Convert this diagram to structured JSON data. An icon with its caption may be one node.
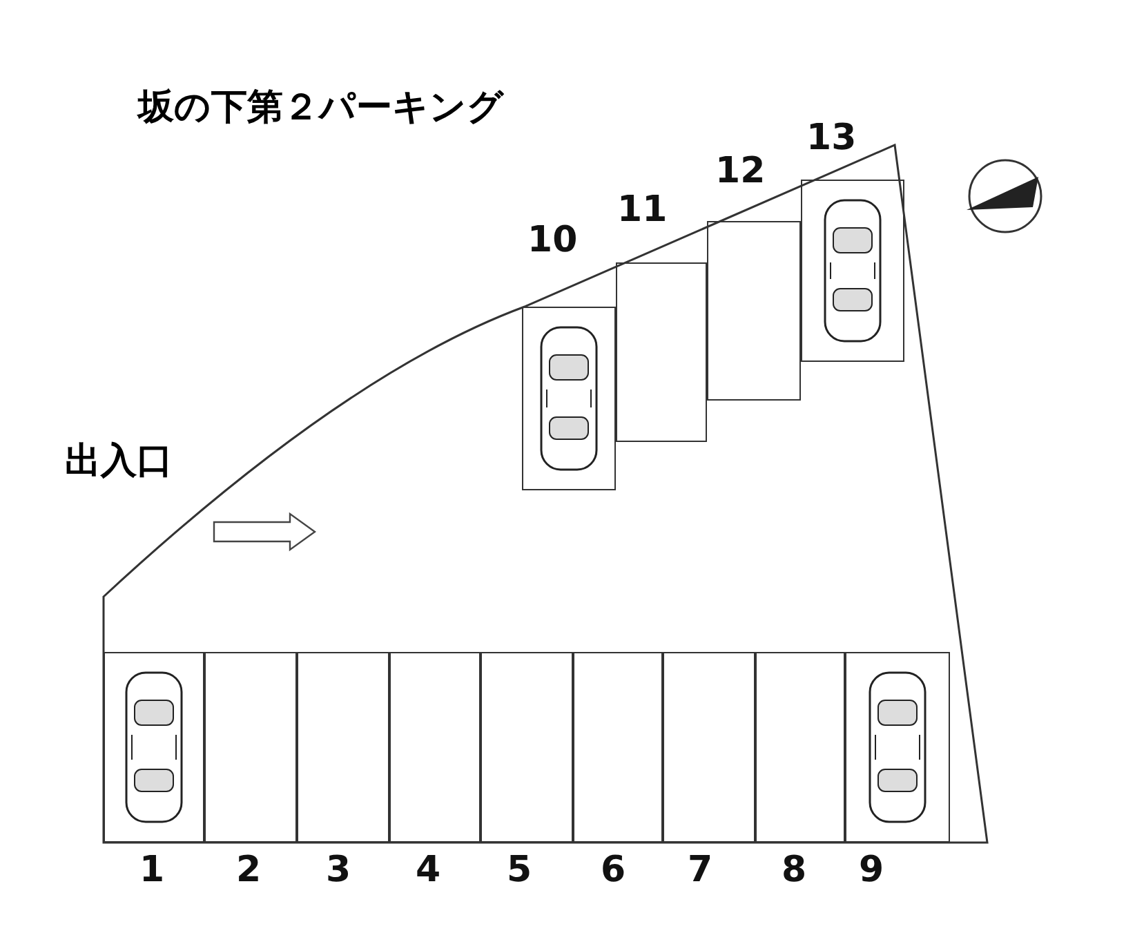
{
  "diagram": {
    "title": "坂の下第２パーキング",
    "nodes": [
      {
        "text": [],
        "shape": "box",
        "beside": [
          "1"
        ]
      },
      {
        "text": [],
        "shape": "box",
        "beside": [
          "2"
        ]
      },
      {
        "text": [],
        "shape": "box",
        "beside": [
          "3"
        ]
      },
      {
        "text": [],
        "shape": "box",
        "beside": [
          "4"
        ]
      },
      {
        "text": [],
        "shape": "box",
        "beside": [
          "5"
        ]
      },
      {
        "text": [],
        "shape": "box",
        "beside": [
          "6"
        ]
      },
      {
        "text": [],
        "shape": "box",
        "beside": [
          "7"
        ]
      },
      {
        "text": [],
        "shape": "box",
        "beside": [
          "8"
        ]
      },
      {
        "text": [],
        "shape": "box",
        "beside": [
          "9"
        ]
      },
      {
        "text": [],
        "shape": "box",
        "beside": [
          "10"
        ]
      },
      {
        "text": [],
        "shape": "box",
        "beside": [
          "11"
        ]
      },
      {
        "text": [],
        "shape": "box",
        "beside": [
          "12"
        ]
      },
      {
        "text": [],
        "shape": "box",
        "beside": [
          "13"
        ]
      }
    ],
    "labels": [
      "出入口"
    ]
  }
}
